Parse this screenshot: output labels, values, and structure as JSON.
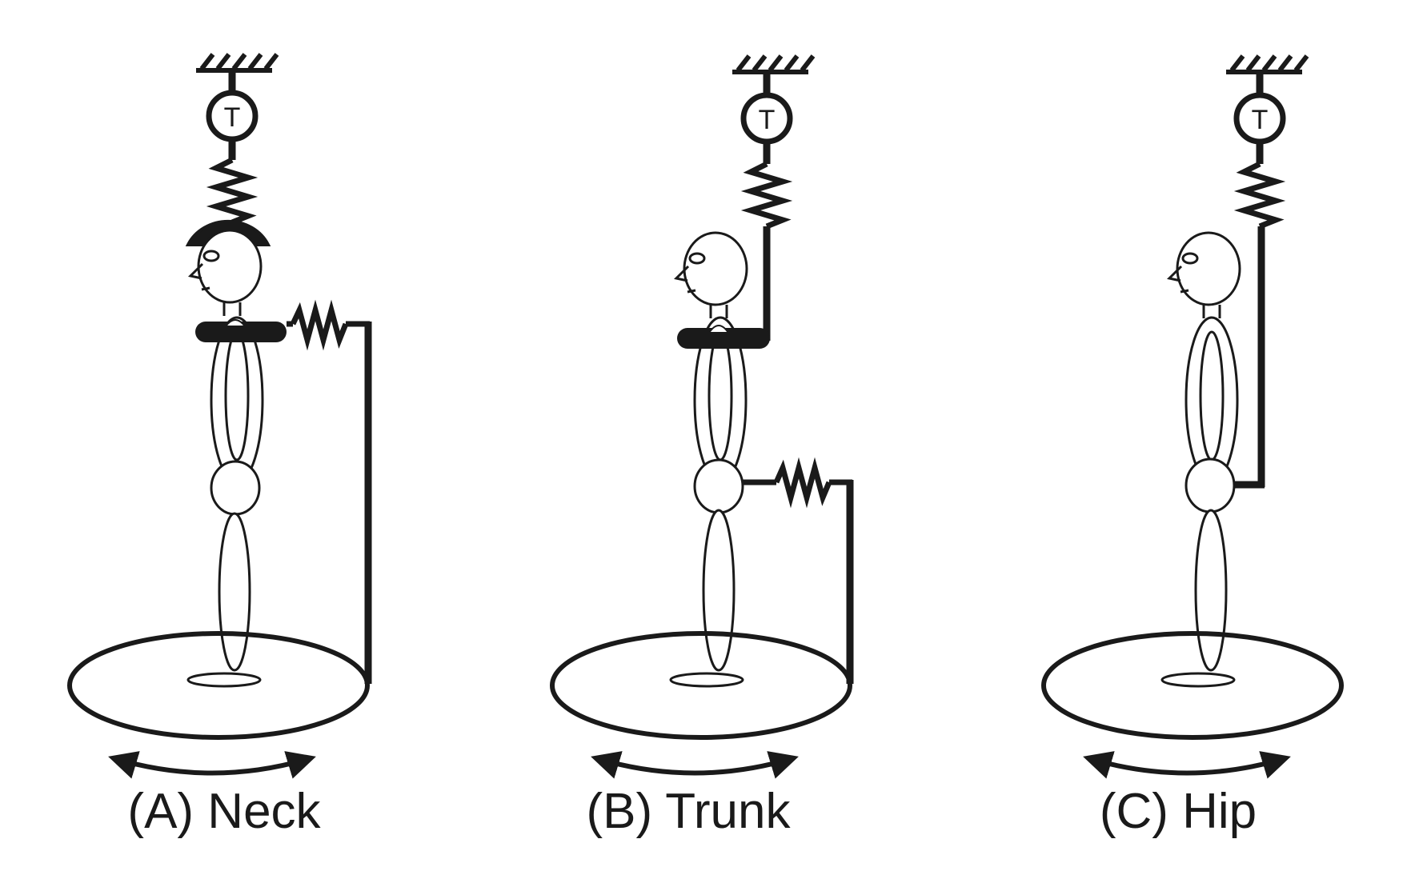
{
  "panels": [
    {
      "id": "A",
      "caption": "(A) Neck",
      "sensor_label": "T",
      "attachment": "neck"
    },
    {
      "id": "B",
      "caption": "(B) Trunk",
      "sensor_label": "T",
      "attachment": "trunk"
    },
    {
      "id": "C",
      "caption": "(C) Hip",
      "sensor_label": "T",
      "attachment": "hip"
    }
  ],
  "colors": {
    "line": "#1a1a1a",
    "fill": "#ffffff"
  }
}
